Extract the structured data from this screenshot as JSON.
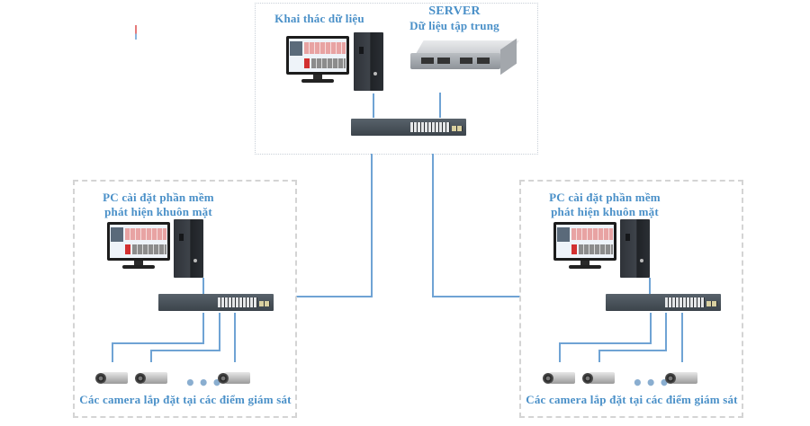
{
  "central": {
    "data_mining_label": "Khai thác dữ liệu",
    "server_title": "SERVER",
    "server_subtitle": "Dữ liệu tập trung",
    "devices": [
      "monitor",
      "workstation-tower",
      "rack-server",
      "network-switch"
    ]
  },
  "sites": [
    {
      "pc_label_line1": "PC cài đặt phần mềm",
      "pc_label_line2": "phát hiện khuôn mặt",
      "camera_label": "Các camera lắp đặt tại các điểm giám sát",
      "ellipsis": "•••",
      "camera_count_shown": 3
    },
    {
      "pc_label_line1": "PC cài đặt phần mềm",
      "pc_label_line2": "phát hiện khuôn mặt",
      "camera_label": "Các camera lắp đặt tại các điểm giám sát",
      "ellipsis": "•••",
      "camera_count_shown": 3
    }
  ],
  "colors": {
    "label": "#4a90c8",
    "wire": "#6fa3d4",
    "box_border": "#d4d4d4"
  }
}
